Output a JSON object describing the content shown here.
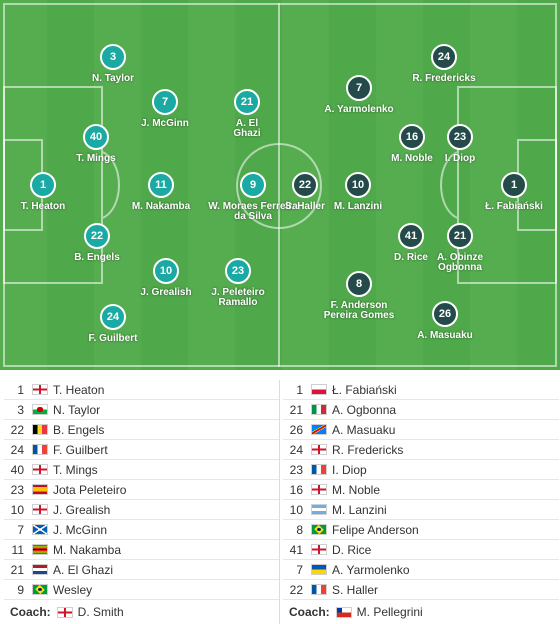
{
  "pitch": {
    "home": [
      {
        "num": "3",
        "name": "N. Taylor"
      },
      {
        "num": "7",
        "name": "J. McGinn"
      },
      {
        "num": "21",
        "name": "A. El Ghazi"
      },
      {
        "num": "40",
        "name": "T. Mings"
      },
      {
        "num": "1",
        "name": "T. Heaton"
      },
      {
        "num": "11",
        "name": "M. Nakamba"
      },
      {
        "num": "9",
        "name": "W. Moraes Ferreira da Silva"
      },
      {
        "num": "22",
        "name": "B. Engels"
      },
      {
        "num": "10",
        "name": "J. Grealish"
      },
      {
        "num": "23",
        "name": "J. Peleteiro Ramallo"
      },
      {
        "num": "24",
        "name": "F. Guilbert"
      }
    ],
    "away": [
      {
        "num": "24",
        "name": "R. Fredericks"
      },
      {
        "num": "7",
        "name": "A. Yarmolenko"
      },
      {
        "num": "16",
        "name": "M. Noble"
      },
      {
        "num": "23",
        "name": "I. Diop"
      },
      {
        "num": "22",
        "name": "S. Haller"
      },
      {
        "num": "10",
        "name": "M. Lanzini"
      },
      {
        "num": "1",
        "name": "Ł. Fabiański"
      },
      {
        "num": "41",
        "name": "D. Rice"
      },
      {
        "num": "21",
        "name": "A. Obinze Ogbonna"
      },
      {
        "num": "8",
        "name": "F. Anderson Pereira Gomes"
      },
      {
        "num": "26",
        "name": "A. Masuaku"
      }
    ]
  },
  "lineups": {
    "home": [
      {
        "num": "1",
        "flag": "eng",
        "name": "T. Heaton"
      },
      {
        "num": "3",
        "flag": "wal",
        "name": "N. Taylor"
      },
      {
        "num": "22",
        "flag": "bel",
        "name": "B. Engels"
      },
      {
        "num": "24",
        "flag": "fra",
        "name": "F. Guilbert"
      },
      {
        "num": "40",
        "flag": "eng",
        "name": "T. Mings"
      },
      {
        "num": "23",
        "flag": "esp",
        "name": "Jota Peleteiro"
      },
      {
        "num": "10",
        "flag": "eng",
        "name": "J. Grealish"
      },
      {
        "num": "7",
        "flag": "sco",
        "name": "J. McGinn"
      },
      {
        "num": "11",
        "flag": "zim",
        "name": "M. Nakamba"
      },
      {
        "num": "21",
        "flag": "ned",
        "name": "A. El Ghazi"
      },
      {
        "num": "9",
        "flag": "bra",
        "name": "Wesley"
      }
    ],
    "away": [
      {
        "num": "1",
        "flag": "pol",
        "name": "Ł. Fabiański"
      },
      {
        "num": "21",
        "flag": "ita",
        "name": "A. Ogbonna"
      },
      {
        "num": "26",
        "flag": "cod",
        "name": "A. Masuaku"
      },
      {
        "num": "24",
        "flag": "eng",
        "name": "R. Fredericks"
      },
      {
        "num": "23",
        "flag": "fra",
        "name": "I. Diop"
      },
      {
        "num": "16",
        "flag": "eng",
        "name": "M. Noble"
      },
      {
        "num": "10",
        "flag": "arg",
        "name": "M. Lanzini"
      },
      {
        "num": "8",
        "flag": "bra",
        "name": "Felipe Anderson"
      },
      {
        "num": "41",
        "flag": "eng",
        "name": "D. Rice"
      },
      {
        "num": "7",
        "flag": "ukr",
        "name": "A. Yarmolenko"
      },
      {
        "num": "22",
        "flag": "fra",
        "name": "S. Haller"
      }
    ],
    "coach_label": "Coach:",
    "home_coach": {
      "flag": "eng",
      "name": "D. Smith"
    },
    "away_coach": {
      "flag": "chi",
      "name": "M. Pellegrini"
    }
  },
  "colors": {
    "home_circle": "#1aa9a3",
    "away_circle": "#244b4a",
    "pitch": "#4fa84a"
  }
}
